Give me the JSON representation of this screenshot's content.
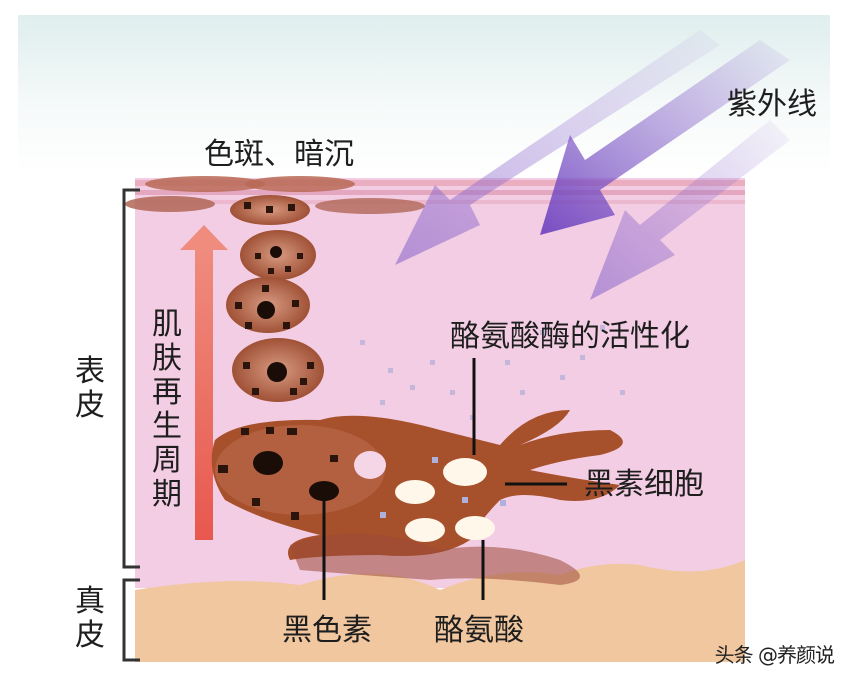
{
  "diagram": {
    "type": "skin cross-section illustration",
    "labels": {
      "uv": "紫外线",
      "spots": "色斑、暗沉",
      "tyrosinase_activation": "酪氨酸酶的活性化",
      "melanocyte": "黑素细胞",
      "melanin": "黑色素",
      "tyrosine": "酪氨酸",
      "epidermis": "表皮",
      "dermis": "真皮",
      "renewal_cycle": "肌肤再生周期"
    },
    "watermark": "头条 @养颜说",
    "colors": {
      "sky_top": "#e6f2f0",
      "epidermis": "#f3cde3",
      "dermis": "#f1c7a0",
      "uv_arrow": "#7b55c4",
      "renewal_arrow": "#ea6f60",
      "melanocyte": "#a7502c",
      "melanin_dot": "#1a0d08",
      "cell_body": "#b86a4a",
      "bracket": "#333333"
    }
  }
}
